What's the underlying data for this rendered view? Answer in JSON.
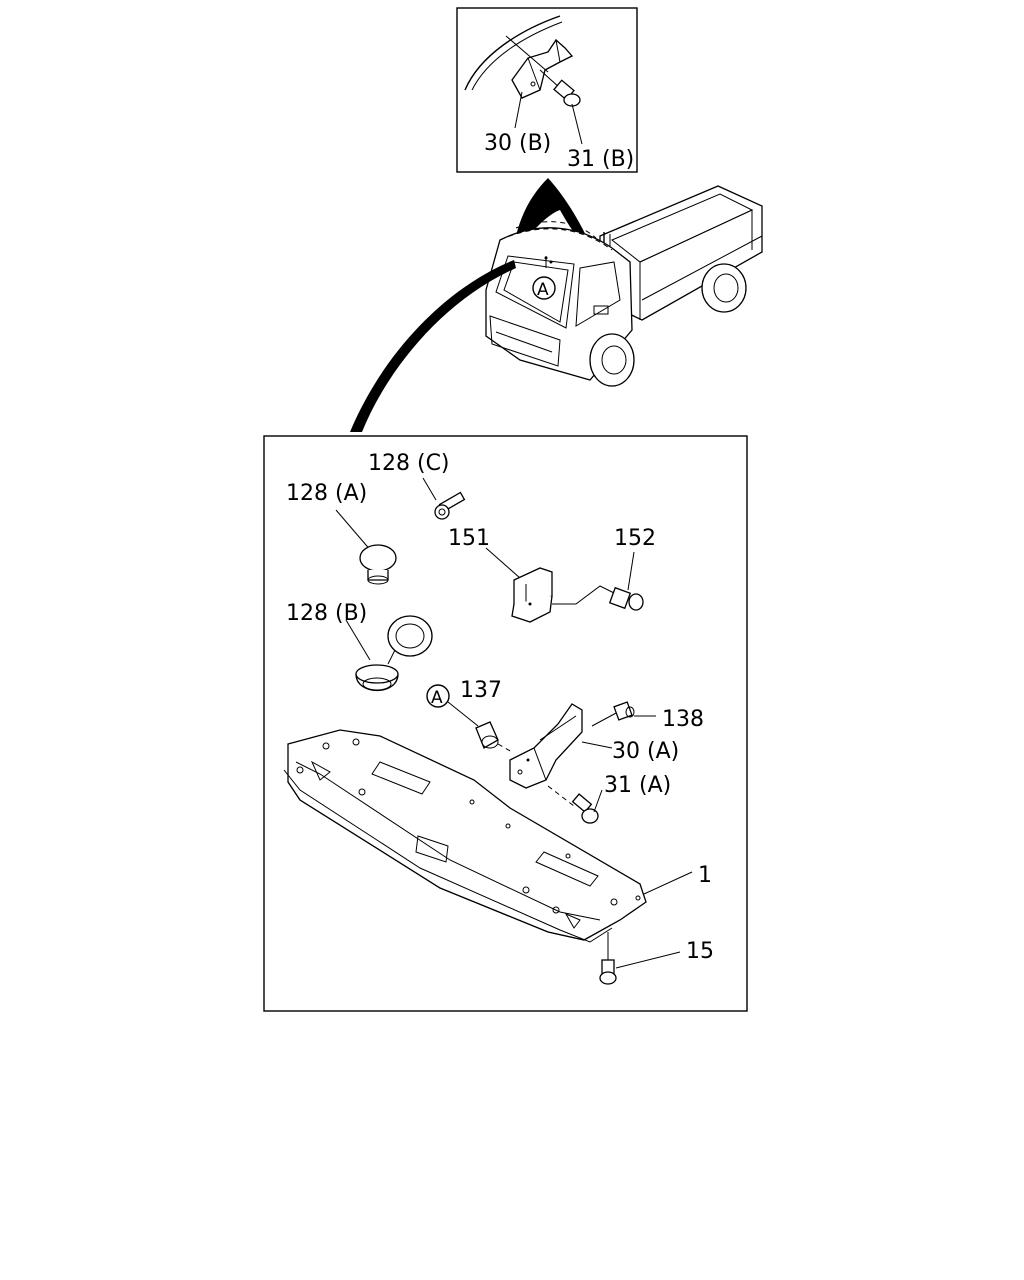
{
  "labels": {
    "p30b": "30 (B)",
    "p31b": "31 (B)",
    "detail_a": "A",
    "p128c": "128 (C)",
    "p128a": "128 (A)",
    "p151": "151",
    "p152": "152",
    "p128b": "128 (B)",
    "p137": "137",
    "p138": "138",
    "p30a": "30 (A)",
    "p31a": "31 (A)",
    "p1": "1",
    "p15": "15"
  }
}
